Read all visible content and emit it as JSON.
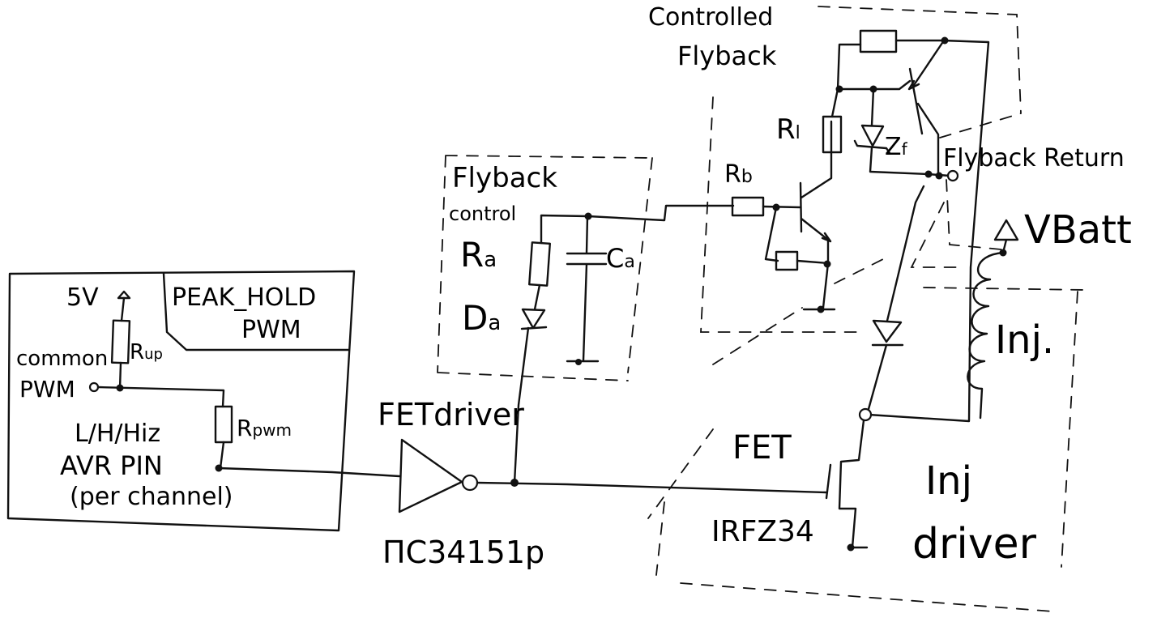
{
  "labels": {
    "controlled_flyback_1": "Controlled",
    "controlled_flyback_2": "Flyback",
    "flyback_control_1": "Flyback",
    "flyback_control_2": "control",
    "flyback_return": "Flyback Return",
    "vbatt": "VBatt",
    "inj": "Inj.",
    "fet": "FET",
    "irfz34": "IRFZ34",
    "inj_driver_1": "Inj",
    "inj_driver_2": "driver",
    "fet_driver": "FETdriver",
    "mc34151p": "ΠC34151p",
    "five_v": "5V",
    "peak_hold_1": "PEAK_HOLD",
    "peak_hold_2": "PWM",
    "common_1": "common",
    "common_2": "PWM",
    "lhhiz": "L/H/Hiz",
    "avr_pin": "AVR PIN",
    "per_channel": "(per channel)"
  },
  "components": {
    "rup": {
      "main": "R",
      "sub": "up"
    },
    "rpwm": {
      "main": "R",
      "sub": "pwm"
    },
    "ra": {
      "main": "R",
      "sub": "a"
    },
    "da": {
      "main": "D",
      "sub": "a"
    },
    "ca": {
      "main": "C",
      "sub": "a"
    },
    "rb": {
      "main": "R",
      "sub": "b"
    },
    "rl": {
      "main": "R",
      "sub": "l"
    },
    "zf": {
      "main": "Z",
      "sub": "f"
    }
  }
}
